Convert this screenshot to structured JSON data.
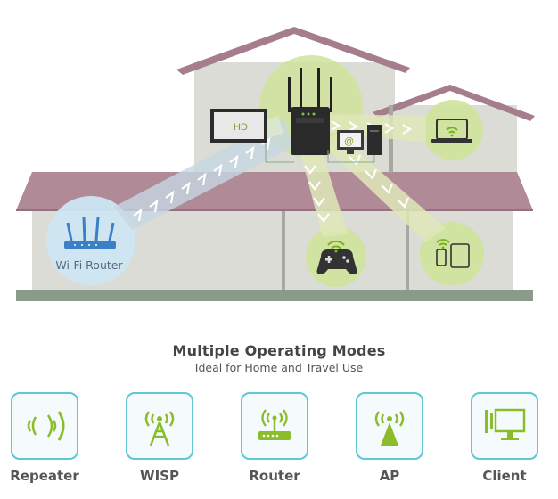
{
  "scene": {
    "router_label": "Wi-Fi Router",
    "tv_label": "HD",
    "pc_label": "@"
  },
  "modes": {
    "title": "Multiple Operating Modes",
    "subtitle": "Ideal for Home and Travel Use",
    "items": [
      {
        "label": "Repeater",
        "icon": "repeater-icon"
      },
      {
        "label": "WISP",
        "icon": "wisp-tower-icon"
      },
      {
        "label": "Router",
        "icon": "router-icon"
      },
      {
        "label": "AP",
        "icon": "access-point-icon"
      },
      {
        "label": "Client",
        "icon": "client-monitor-icon"
      }
    ]
  },
  "colors": {
    "accent": "#60c7d4",
    "icon_green": "#8bbd2a",
    "roof": "#b08a96",
    "roof_top": "#a57d8c",
    "wall": "#dcdcd6",
    "ground": "#8a9b8a"
  }
}
